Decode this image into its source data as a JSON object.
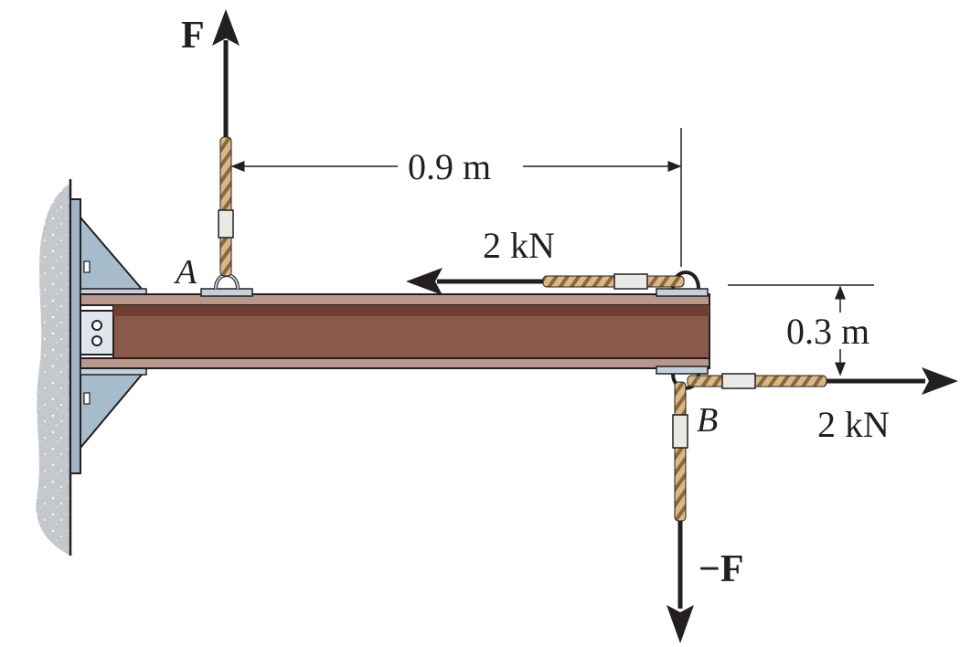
{
  "figure": {
    "labels": {
      "force_F": "F",
      "force_neg_F": "−F",
      "point_A": "A",
      "point_B": "B",
      "dim_horizontal": "0.9 m",
      "dim_vertical": "0.3 m",
      "load_top": "2 kN",
      "load_right": "2 kN"
    },
    "colors": {
      "beam_web": "#8a5a48",
      "beam_flange_dark": "#6e3f30",
      "bracket_steel": "#a7bccb",
      "wall": "#c9ccd0",
      "rope": "#c9a772",
      "arrow": "#231f20"
    }
  }
}
